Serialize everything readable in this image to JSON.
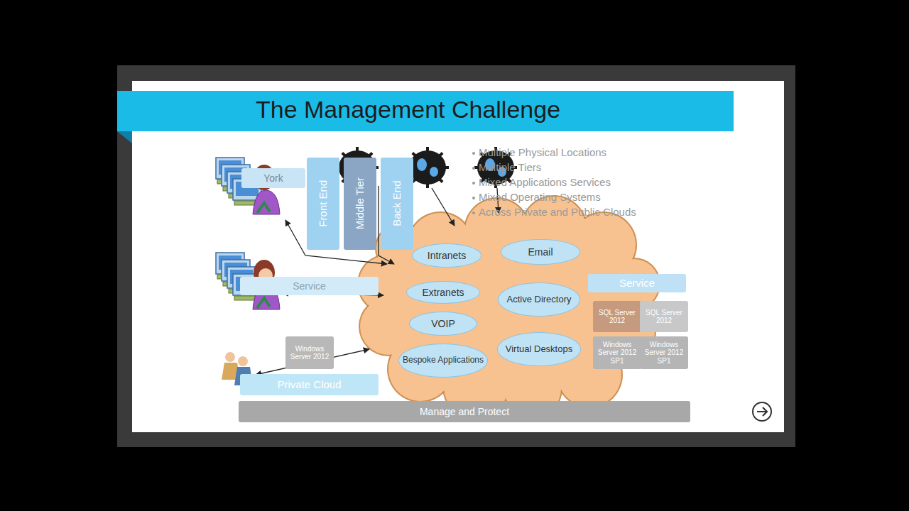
{
  "diagram": {
    "title": "The Management Challenge",
    "nodes": [
      {
        "text": [
          "York"
        ]
      },
      {
        "text": [
          "Front End"
        ]
      },
      {
        "text": [
          "Middle Tier"
        ]
      },
      {
        "text": [
          "Back End"
        ]
      },
      {
        "text": [
          "Service"
        ]
      },
      {
        "text": [
          "Service"
        ]
      },
      {
        "text": [
          "Private Cloud"
        ]
      },
      {
        "text": [
          "Manage and Protect"
        ]
      },
      {
        "text": [
          "Windows Server 2012"
        ]
      },
      {
        "text": [
          "SQL Server 2012"
        ]
      },
      {
        "text": [
          "SQL Server 2012"
        ]
      },
      {
        "text": [
          "Windows Server 2012 SP1"
        ]
      },
      {
        "text": [
          "Windows Server 2012 SP1"
        ]
      },
      {
        "text": [
          "Intranets"
        ]
      },
      {
        "text": [
          "Email"
        ]
      },
      {
        "text": [
          "Extranets"
        ]
      },
      {
        "text": [
          "Active Directory"
        ]
      },
      {
        "text": [
          "VOIP"
        ]
      },
      {
        "text": [
          "Virtual Desktops"
        ]
      },
      {
        "text": [
          "Bespoke Applications"
        ]
      }
    ],
    "labels": [
      "Multiple Physical Locations",
      "Multiple Tiers",
      "Mixed Applications Services",
      "Mixed Operating Systems",
      "Across Private and Public Clouds"
    ]
  }
}
